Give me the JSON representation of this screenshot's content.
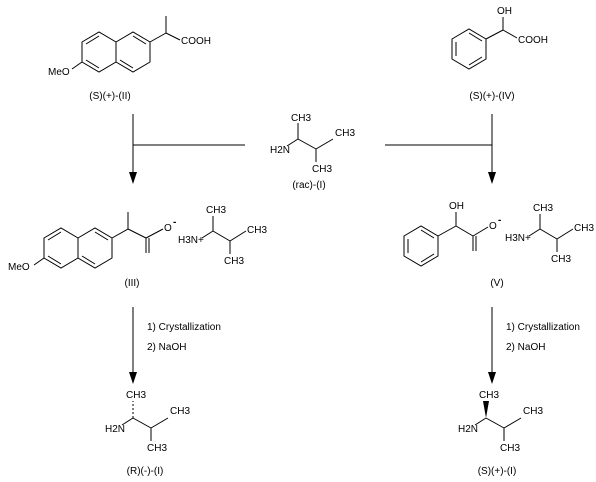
{
  "compounds": {
    "naproxen": {
      "label": "(S)(+)-(II)",
      "atoms": {
        "acid": "COOH",
        "methoxy": "MeO"
      }
    },
    "mandelic": {
      "label": "(S)(+)-(IV)",
      "atoms": {
        "oh": "OH",
        "acid": "COOH"
      }
    },
    "amine_rac": {
      "label": "(rac)-(I)",
      "atoms": {
        "amine": "H2N"
      }
    },
    "salt_naproxen": {
      "label": "(III)",
      "atoms": {
        "oxygen": "O",
        "charge": "-",
        "ammonium": "H3N+",
        "methoxy": "MeO"
      }
    },
    "salt_mandelic": {
      "label": "(V)",
      "atoms": {
        "oh": "OH",
        "oxygen": "O",
        "charge": "-",
        "ammonium": "H3N+"
      }
    },
    "amine_R": {
      "label": "(R)(-)-(I)",
      "atoms": {
        "amine": "H2N"
      }
    },
    "amine_S": {
      "label": "(S)(+)-(I)",
      "atoms": {
        "amine": "H2N"
      }
    }
  },
  "methyl_label": "CH3",
  "conditions": {
    "left": [
      "1) Crystallization",
      "2) NaOH"
    ],
    "right": [
      "1) Crystallization",
      "2) NaOH"
    ]
  }
}
